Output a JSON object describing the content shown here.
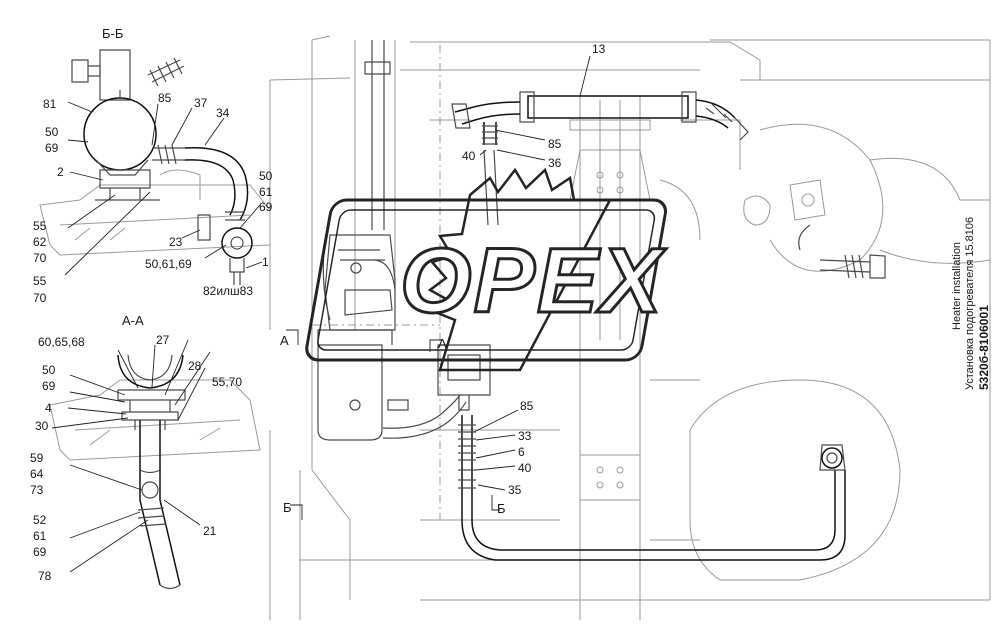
{
  "title_block": {
    "code": "5320б-8106001",
    "title_ru": "Установка подогревателя 15.8106",
    "title_en": "Heater installation"
  },
  "watermark": {
    "text": "OPEX"
  },
  "sections": {
    "bb_title": "Б-Б",
    "aa_title": "А-А",
    "a_left": "А",
    "a_right": "А",
    "b_left": "Б",
    "b_right": "Б"
  },
  "labels": {
    "l81": "81",
    "l85a": "85",
    "l37": "37",
    "l34": "34",
    "l50a": "50",
    "l69a": "69",
    "l2": "2",
    "l50b": "50",
    "l61a": "61",
    "l69b": "69",
    "l55a": "55",
    "l62": "62",
    "l70a": "70",
    "l23": "23",
    "l506169": "50,61,69",
    "l1": "1",
    "l55b": "55",
    "l70b": "70",
    "l8283": "82илш83",
    "l606568": "60,65,68",
    "l27": "27",
    "l50c": "50",
    "l28": "28",
    "l69c": "69",
    "l5570": "55,70",
    "l4": "4",
    "l30": "30",
    "l59": "59",
    "l64": "64",
    "l73": "73",
    "l52": "52",
    "l61b": "61",
    "l69d": "69",
    "l21": "21",
    "l78": "78",
    "l13": "13",
    "l85b": "85",
    "l40a": "40",
    "l36": "36",
    "l85c": "85",
    "l33": "33",
    "l6": "6",
    "l40b": "40",
    "l35": "35"
  }
}
